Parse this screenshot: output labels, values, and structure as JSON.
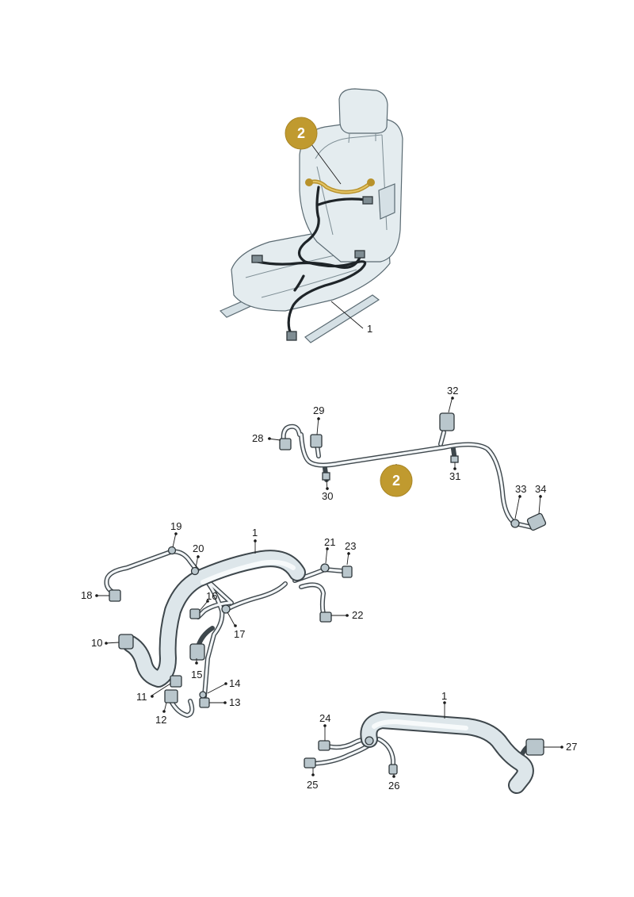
{
  "badges": [
    {
      "label": "2",
      "color": "#c09a2f"
    },
    {
      "label": "2",
      "color": "#c09a2f"
    }
  ],
  "callouts": {
    "seat_1": "1",
    "c32": "32",
    "c29": "29",
    "c28": "28",
    "c30": "30",
    "c31": "31",
    "c33": "33",
    "c34": "34",
    "c19": "19",
    "c1a": "1",
    "c20": "20",
    "c21": "21",
    "c23": "23",
    "c18": "18",
    "c16": "16",
    "c17": "17",
    "c22": "22",
    "c10": "10",
    "c15": "15",
    "c14": "14",
    "c11": "11",
    "c13": "13",
    "c12": "12",
    "c1b": "1",
    "c24": "24",
    "c25": "25",
    "c26": "26",
    "c27": "27"
  },
  "colors": {
    "highlight": "#c09a2f",
    "harness": "#1e2428",
    "seat": "#e4ecef"
  }
}
